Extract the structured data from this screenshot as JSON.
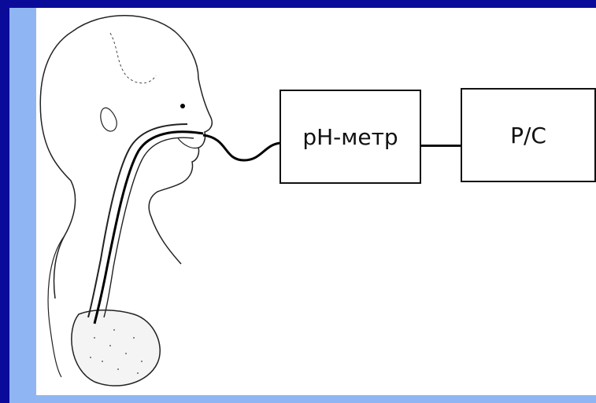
{
  "colors": {
    "background": "#0b0b9a",
    "accent_bar": "#8fb6f2",
    "panel": "#ffffff",
    "ink": "#111111"
  },
  "diagram": {
    "boxes": [
      {
        "id": "ph-meter",
        "label": "pH-метр"
      },
      {
        "id": "pc",
        "label": "P/C"
      }
    ],
    "connections": [
      {
        "from": "patient-probe",
        "to": "ph-meter"
      },
      {
        "from": "ph-meter",
        "to": "pc"
      }
    ]
  }
}
